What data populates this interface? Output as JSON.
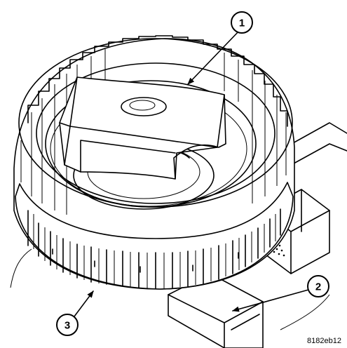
{
  "callouts": [
    {
      "id": "1",
      "label": "1"
    },
    {
      "id": "2",
      "label": "2"
    },
    {
      "id": "3",
      "label": "3"
    }
  ],
  "figure_code": "8182eb12"
}
